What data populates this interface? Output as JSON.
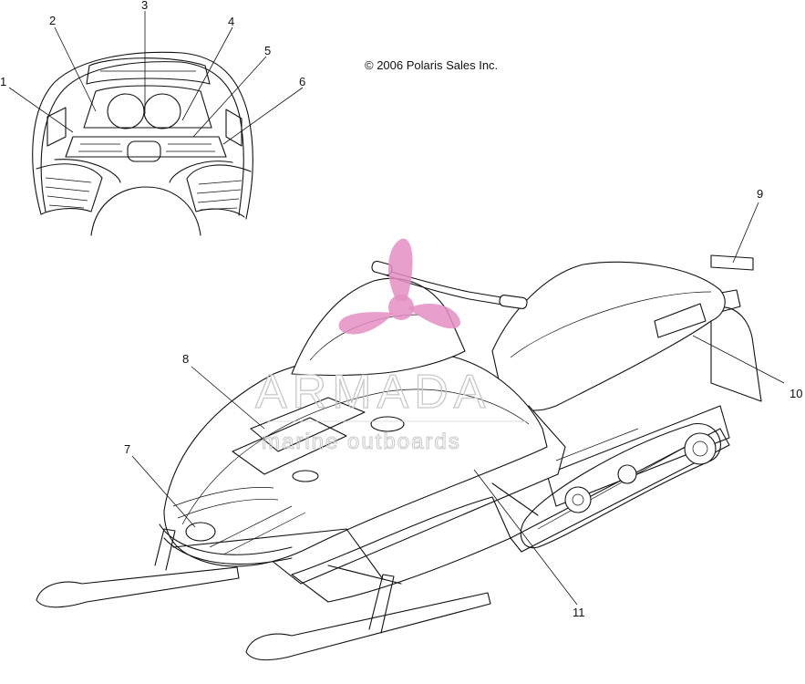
{
  "copyright": "© 2006 Polaris Sales Inc.",
  "watermark": {
    "main": "ARMADA",
    "sub": "marine outboards",
    "logo_color": "#e48ec2",
    "line_color": "#c8c8c8"
  },
  "callouts": [
    "1",
    "2",
    "3",
    "4",
    "5",
    "6",
    "7",
    "8",
    "9",
    "10",
    "11"
  ]
}
